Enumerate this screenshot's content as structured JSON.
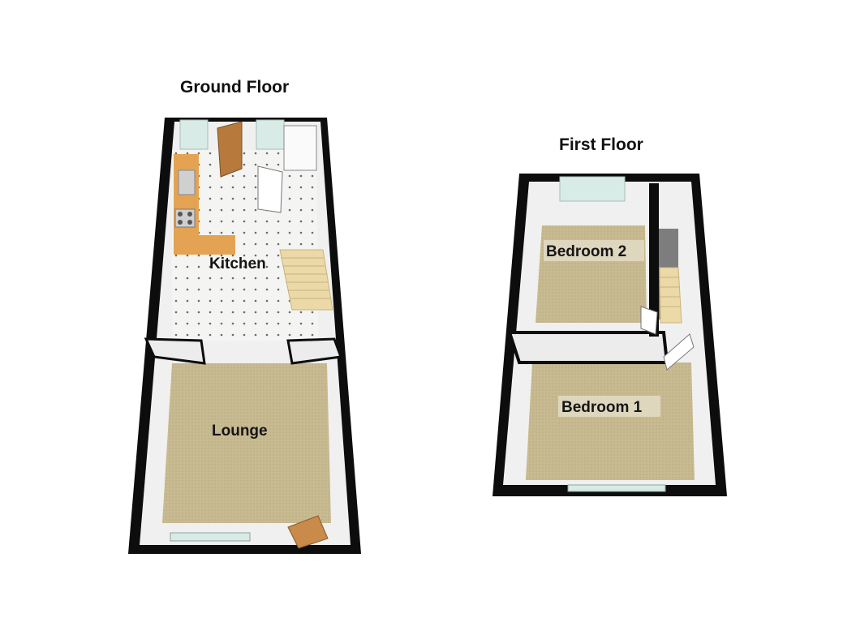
{
  "floors": {
    "ground": {
      "title": "Ground Floor",
      "rooms": {
        "kitchen": "Kitchen",
        "lounge": "Lounge"
      }
    },
    "first": {
      "title": "First Floor",
      "rooms": {
        "bedroom2": "Bedroom 2",
        "bedroom1": "Bedroom 1"
      }
    }
  },
  "colors": {
    "wall": "#0d0d0d",
    "wall_inner": "#f2f2f2",
    "carpet": "#c7b98f",
    "kitchen_floor": "#f4f4f2",
    "worktop": "#e3a352",
    "stairs": "#ecd9a8",
    "door": "#c98a4a",
    "window": "#d9ebe7"
  }
}
